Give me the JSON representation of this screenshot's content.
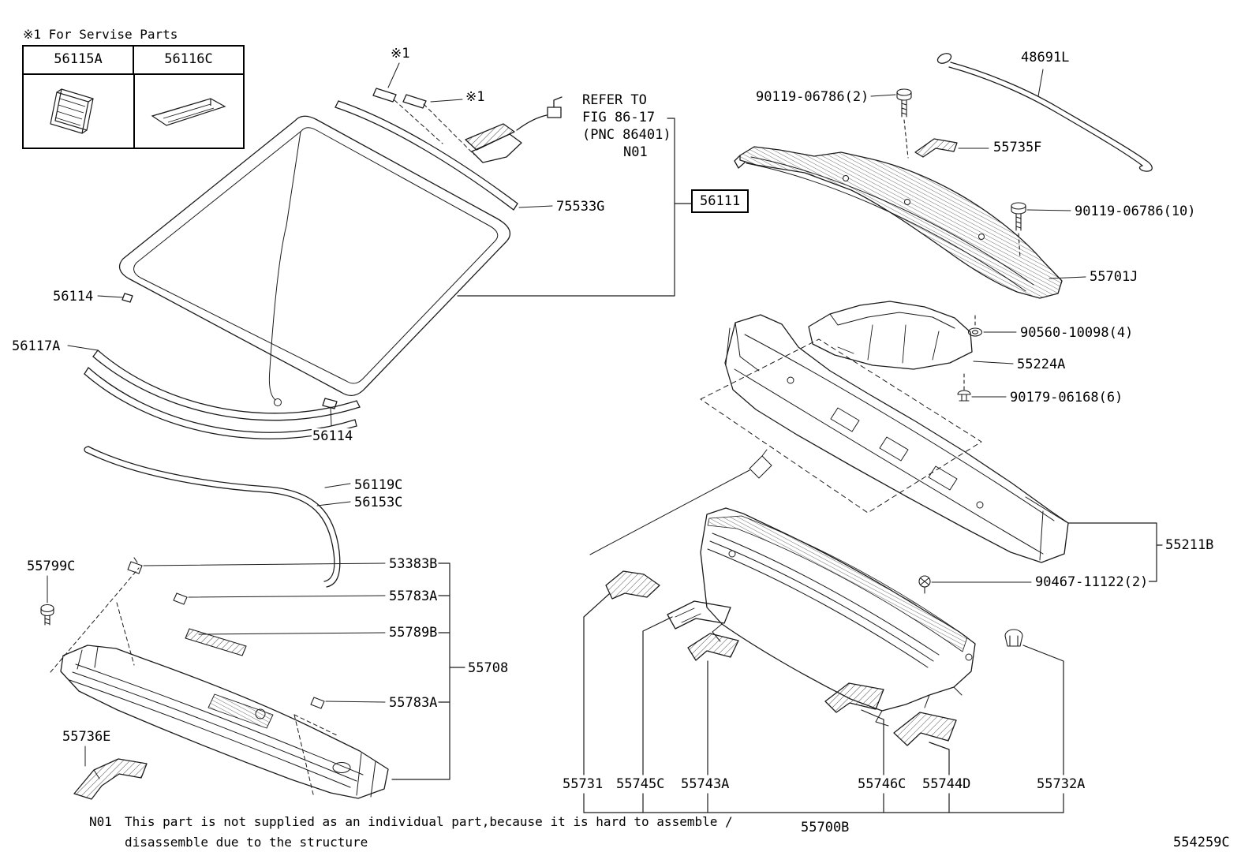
{
  "page": {
    "background": "#ffffff",
    "line_color": "#1b1b1b"
  },
  "notes": {
    "service_note": "※1 For Servise Parts",
    "ref_mark_a": "※1",
    "ref_mark_b": "※1",
    "refer_line1": "REFER TO",
    "refer_line2": "FIG 86-17",
    "refer_line3": "(PNC 86401)",
    "refer_code": "N01",
    "footnote_code": "N01",
    "footnote_line1": "This part is not supplied as an individual part,because it is hard to assemble /",
    "footnote_line2": "disassemble due to the structure",
    "sheet_code": "554259C"
  },
  "service_parts_table": {
    "col1_header": "56115A",
    "col2_header": "56116C"
  },
  "highlighted_part": {
    "number": "56111"
  },
  "labels": [
    {
      "part": "75533G"
    },
    {
      "part": "48691L"
    },
    {
      "part": "90119-06786(2)"
    },
    {
      "part": "55735F"
    },
    {
      "part": "90119-06786(10)"
    },
    {
      "part": "55701J"
    },
    {
      "part": "90560-10098(4)"
    },
    {
      "part": "55224A"
    },
    {
      "part": "90179-06168(6)"
    },
    {
      "part": "56114"
    },
    {
      "part": "56117A"
    },
    {
      "part": "56114"
    },
    {
      "part": "56119C"
    },
    {
      "part": "56153C"
    },
    {
      "part": "55799C"
    },
    {
      "part": "53383B"
    },
    {
      "part": "55783A"
    },
    {
      "part": "55789B"
    },
    {
      "part": "55708"
    },
    {
      "part": "55783A"
    },
    {
      "part": "55736E"
    },
    {
      "part": "55211B"
    },
    {
      "part": "90467-11122(2)"
    },
    {
      "part": "55731"
    },
    {
      "part": "55745C"
    },
    {
      "part": "55743A"
    },
    {
      "part": "55746C"
    },
    {
      "part": "55744D"
    },
    {
      "part": "55732A"
    },
    {
      "part": "55700B"
    }
  ]
}
